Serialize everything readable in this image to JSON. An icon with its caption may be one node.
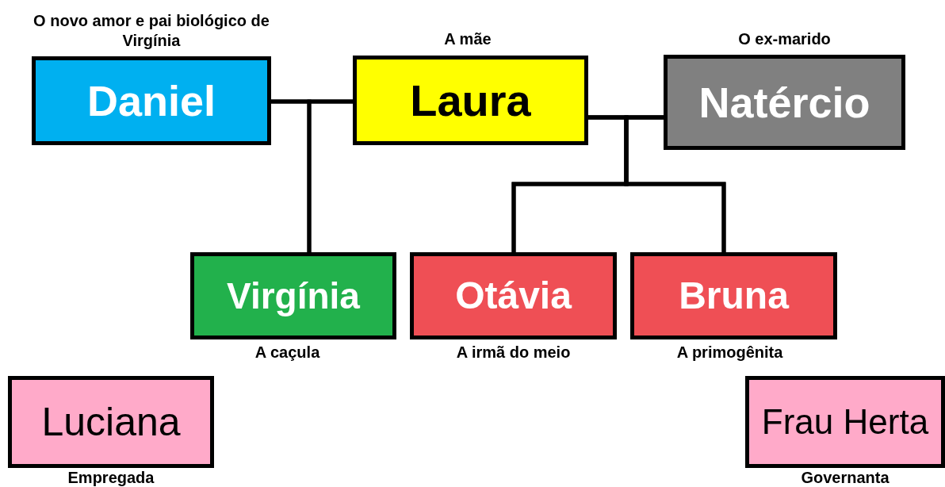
{
  "diagram": {
    "nodes": [
      {
        "text": [
          "Daniel"
        ],
        "beside": [
          "O novo amor e pai biológico de Virgínia"
        ]
      },
      {
        "text": [
          "Laura"
        ],
        "beside": [
          "A mãe"
        ]
      },
      {
        "text": [
          "Natércio"
        ],
        "beside": [
          "O ex-marido"
        ]
      },
      {
        "text": [
          "Virgínia"
        ],
        "beside": [
          "A caçula"
        ]
      },
      {
        "text": [
          "Otávia"
        ],
        "beside": [
          "A irmã do meio"
        ]
      },
      {
        "text": [
          "Bruna"
        ],
        "beside": [
          "A primogênita"
        ]
      },
      {
        "text": [
          "Luciana"
        ],
        "beside": [
          "Empregada"
        ]
      },
      {
        "text": [
          "Frau Herta"
        ],
        "beside": [
          "Governanta"
        ]
      }
    ],
    "edges": [
      {
        "from": 0,
        "to": 1,
        "arrow": "none"
      },
      {
        "from": 1,
        "to": 2,
        "arrow": "none"
      },
      {
        "from": 0,
        "to": 3,
        "arrow": "none"
      },
      {
        "from": 1,
        "to": 3,
        "arrow": "none"
      },
      {
        "from": 1,
        "to": 4,
        "arrow": "none"
      },
      {
        "from": 2,
        "to": 4,
        "arrow": "none"
      },
      {
        "from": 1,
        "to": 5,
        "arrow": "none"
      },
      {
        "from": 2,
        "to": 5,
        "arrow": "none"
      }
    ]
  }
}
